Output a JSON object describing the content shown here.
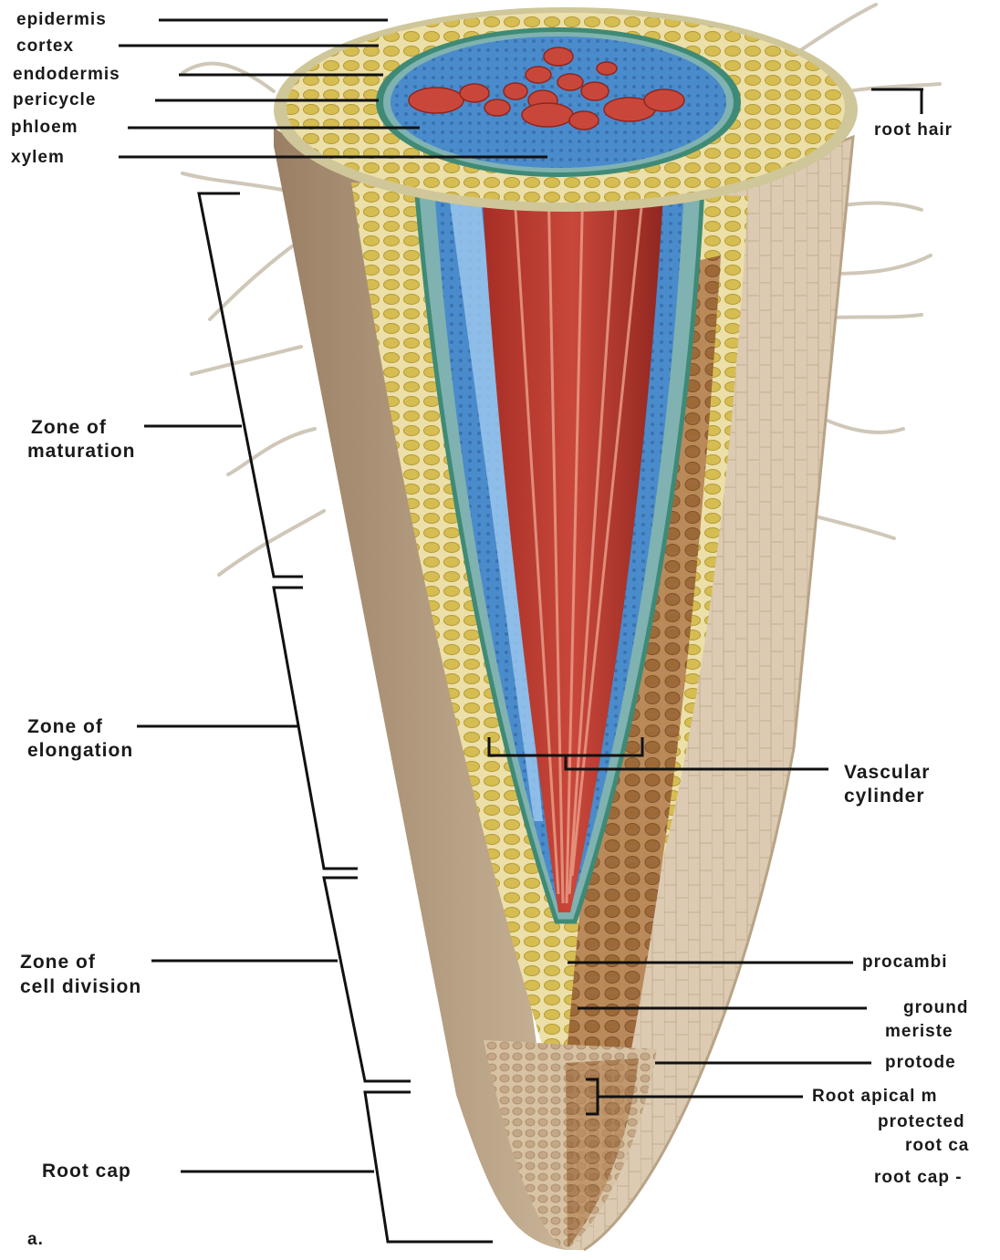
{
  "colors": {
    "epidermis": "#cfc79a",
    "cortex_cell": "#d9c25a",
    "cortex_bg": "#e9dca3",
    "endodermis": "#4f9a86",
    "pericycle": "#7fb2b0",
    "phloem": "#4f8fcf",
    "xylem": "#b8392d",
    "surface": "#d8c7ae",
    "ground_meristem": "#9c6a42",
    "root_cap": "#c6ad8e",
    "hair": "#cfc7b8",
    "line": "#111111"
  },
  "labels": {
    "epidermis": "epidermis",
    "cortex": "cortex",
    "endodermis": "endodermis",
    "pericycle": "pericycle",
    "phloem": "phloem",
    "xylem": "xylem",
    "root_hair": "root hair",
    "zone_maturation_1": "Zone of",
    "zone_maturation_2": "maturation",
    "zone_elongation_1": "Zone of",
    "zone_elongation_2": "elongation",
    "zone_division_1": "Zone of",
    "zone_division_2": "cell division",
    "root_cap_left": "Root cap",
    "panel": "a.",
    "vascular_1": "Vascular",
    "vascular_2": "cylinder",
    "procambium": "procambi",
    "ground_1": "ground",
    "ground_2": "meriste",
    "protoderm": "protode",
    "apical_1": "Root apical m",
    "apical_2": "protected",
    "apical_3": "root ca",
    "root_cap_right": "root cap -"
  }
}
